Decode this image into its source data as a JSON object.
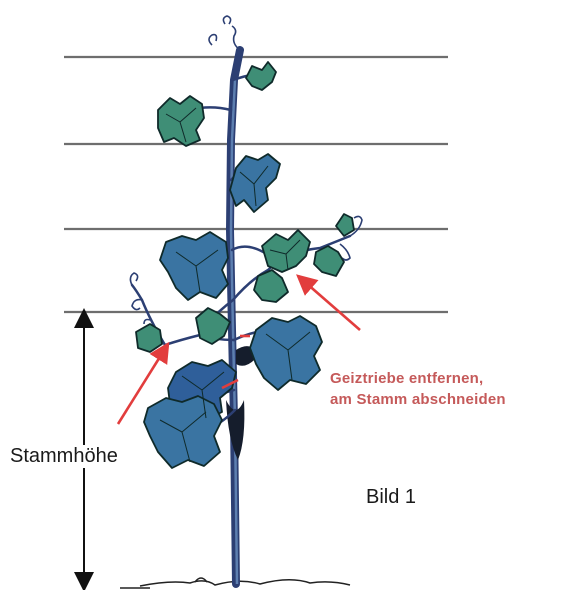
{
  "stem_height_label": "Stammhöhe",
  "figure_label": "Bild 1",
  "annotation": {
    "line1": "Geiztriebe entfernen,",
    "line2": "am Stamm abschneiden"
  },
  "colors": {
    "wire": "#6e6e6e",
    "stem": "#2c3f73",
    "stem_light": "#5d7fb0",
    "leaf_fill": "#3f8e76",
    "leaf_fill_blue": "#3a74a2",
    "leaf_stroke": "#0f2a2a",
    "arrow_red": "#e23d3d",
    "note_text": "#c55a5a"
  }
}
